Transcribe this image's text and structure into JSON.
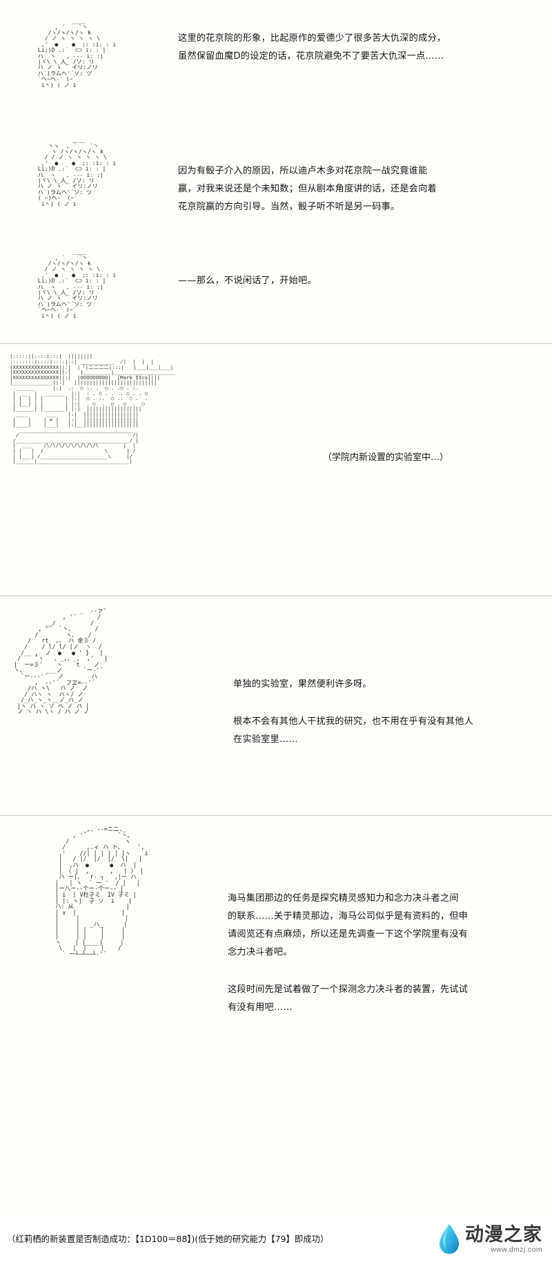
{
  "page": {
    "background_color": "#fdfdfa",
    "text_color": "#151515"
  },
  "panels": [
    {
      "id": "panel-1",
      "speaker_art": "kakyoin-closeup",
      "art": "             ____\n        , ´    `丶\n      /ヽ/ヽ/ヽ/ヽ k\n     / ノ ヽ ヽ ヽ ヽ \\\n    ,'  ●    ●  ;: :i: : i\n   Li;)D .:´  ⊂⊃ i: : |\n   ハ  ヽ   , ‐-‐ i: :|\n   |ヾ\\ \\_人_ /ソ: リ\n   ハ ノ ゝ ` イリ:ノリ\n   ハ`)ラムヘ'´ソ: ツ\n   `ヘ~ヘ-′ (~′\n    i丶) ( ノ i",
      "lines": [
        "这里的花京院的形象，比起原作的爱德少了很多苦大仇深的成分，",
        "虽然保留血魔D的设定的话，花京院避免不了要苦大仇深一点……"
      ]
    },
    {
      "id": "panel-2",
      "speaker_art": "kakyoin-closeup-2",
      "art": "             ____\n      丶ヽ  , ´    `丶\n       ヽ /ヽ/ヽ/ヽ/ヽ k\n     / / ノ ヽ ヽ ヽ ヽ \\\n    ,'  ●    ●  ;: :i: : i\n   Li;)D .:´  ⊂⊃ i: : |\n   ハ  ヽ   , ‐-‐ i: :|\n   |ヾ\\ \\_人_ /ソ: リ\n   ハ ノ ゝ ` イリ:ノリ\n   ハ`)ラムヘ'´ソ: ツ\n   ( ~)ヘ-′ (~′\n    i丶) ( ノ i",
      "lines": [
        "因为有骰子介入的原因，所以迪卢木多对花京院一战究竟谁能",
        "赢，对我来说还是个未知数；但从剧本角度讲的话，还是会向着",
        "花京院赢的方向引导。当然，骰子听不听是另一码事。"
      ]
    },
    {
      "id": "panel-3",
      "speaker_art": "kakyoin-closeup-3",
      "art": "             ____\n        , ´    `丶\n      /ヽ/ヽ/ヽ/ヽ k\n     / ノ ヽ ヽ ヽ ヽ \\\n    ,'  ●    ●  ;: :i: : i\n   Li;)D .:´  ⊂⊃ i: : |\n   ハ  ヽ   , ‐-‐ i: :|\n   |ヾ\\ \\_人_ /ソ: リ\n   ハ ノ ゝ ` イリ:ノリ\n   ハ`)ラムヘ'´ソ: ツ\n   `ヘ~ヘ-′ (~′\n    i丶) ( ノ i",
      "lines": [
        "——那么，不说闲话了，开始吧。"
      ]
    }
  ],
  "lab_scene": {
    "id": "panel-4",
    "art_name": "laboratory-ascii-art",
    "art_label": "[Mark IIcs]",
    "art": "|:::::||::::|:::|  ||||||||\n::::::::|::::|::::|::| ___________  /|  |  |  |\n|XXXXXXXXXXXXXXX||:|  |「|二二二二|:::|   |___|___|___|\n|XXXXXXXXXXXXXXX||:|   |_________|____________________\n|XXXXXXXXXXXXXXX||:|  |OOOOOOOOO|  [Mark IIcs]|||\n|_____________||:|   |||||||||||||||||||||||||||\n  ______      |:|  .:  ○ :. .  ○ . .○ . :.\n |  __  |  _______  |:|  : . ○ . .  . ○ . . ○\n | |  | | |       | |:|  ○ . :.  ○ .:  ○ .  .\n | |__| | |       | |:|  . ○  .  ○ . ○  .  ○\n |______| |_______| |:|  ||||||||||||||||||\n  ____      ___    |:|  ||||||||||||||||||\n |    |    | ∞ |   |:|  ||||||||||||||||||\n |____|    |___|   |:|__||||||||||||||||||\n   _____________________________________\n  /                                     /|\n /_____________________________________/ |\n |  ___    /\\/\\/\\/\\/\\/\\/\\/\\/\\        |  |\n | |   |  /                    \\      | /\n | |___| /______________________\\     |/\n |______|______________________________|",
    "caption": "（学院内新设置的实验室中…）"
  },
  "panel_5": {
    "id": "panel-5",
    "speaker_art": "kurisu-lying-art",
    "art": "                   _  -‐ァ'\n              , '´      /\n         __/          /\n       , '´  `ヽ、      /\n      /        ヽ、   /\n    /   rt  ,、 ハ 余彡 /\n   /    / l/ l/ |ノ  ヽ  /\n  /__ ,  ノ  ●   ● ' }   |\n /    ̄`ヽ   、_,、_,  ,'   |\n|  ー=彡'    ヽ    t    ノ\nヽ、      ___ノ      `ー‐'´\n  `ー--‐'´   ノ        ハ\n      ,  -‐'´  フヱ=-‐'´\n    /ハ ヽ\\   ハ ノ  ノ\n   / ハヽ ヽ  ハヽ/ ノ\n  /_ハ_ヽ_ヽ__ノ_ハ_ノ\n |ヽ ハ ヽ ソ ヘ ノ ハ |\n ノ ヽ ハ \\ヽ / ハ ノ ノ",
    "lines": [
      "单独的实验室，果然便利许多呀。",
      "根本不会有其他人干扰我的研究，也不用在乎有没有其他人",
      "在实验室里……"
    ]
  },
  "panel_6": {
    "id": "panel-6",
    "speaker_art": "kurisu-standing-art",
    "art": "            _,. -‐=ニ二._\n         , '´         `丶、\n       /                ヽ\n      /      ,.ィ ハ ト、    ',\n     ,'    //| | | | | |ヽ    i\n     |   / |/  |/  |/  \\|   |\n     |  ,ハ  ●      ●  ハ  |\n     | 〈 |  ,      ,   | 〉 |\n     ハ ー|、  r‐ ┐   ,|ー ハ\n    |   | ヽ  ` ー '  / |   |\n    |ー八ー-‐个ー‐个ー-‐ |\n    | i  | V杜孑ミ  IV 孑ミ |\n    | |: ヽ|  孑 ソ  i    |\n    ハ: 从               |\n    | ∨  |             |\n    |     |             |\n    |     |   _ハ_      |\n    |     | |    |     |\n    |     | |    |     |\n    ヽ    | |____|     |\n     \\   |  |    |    /\n      ` ー┴─┴──┴‐'´",
    "lines": [
      "海马集团那边的任务是探究精灵感知力和念力决斗者之间",
      "的联系……关于精灵那边，海马公司似乎是有资料的，但申",
      "请阅览还有点麻烦，所以还是先调查一下这个学院里有没有",
      "念力决斗者吧。",
      "这段时间先是试着做了一个探测念力决斗者的装置，先试试",
      "有没有用吧……"
    ]
  },
  "footer": {
    "caption": "（红莉栖的新装置是否制造成功：【1D100＝88】)(低于她的研究能力【79】即成功）",
    "dice_notation": "1D100",
    "dice_result": "88",
    "research_ability": "79",
    "logo_text": "动漫之家",
    "logo_url": "www.dmzj.com",
    "logo_color": "#2fb5e0"
  }
}
